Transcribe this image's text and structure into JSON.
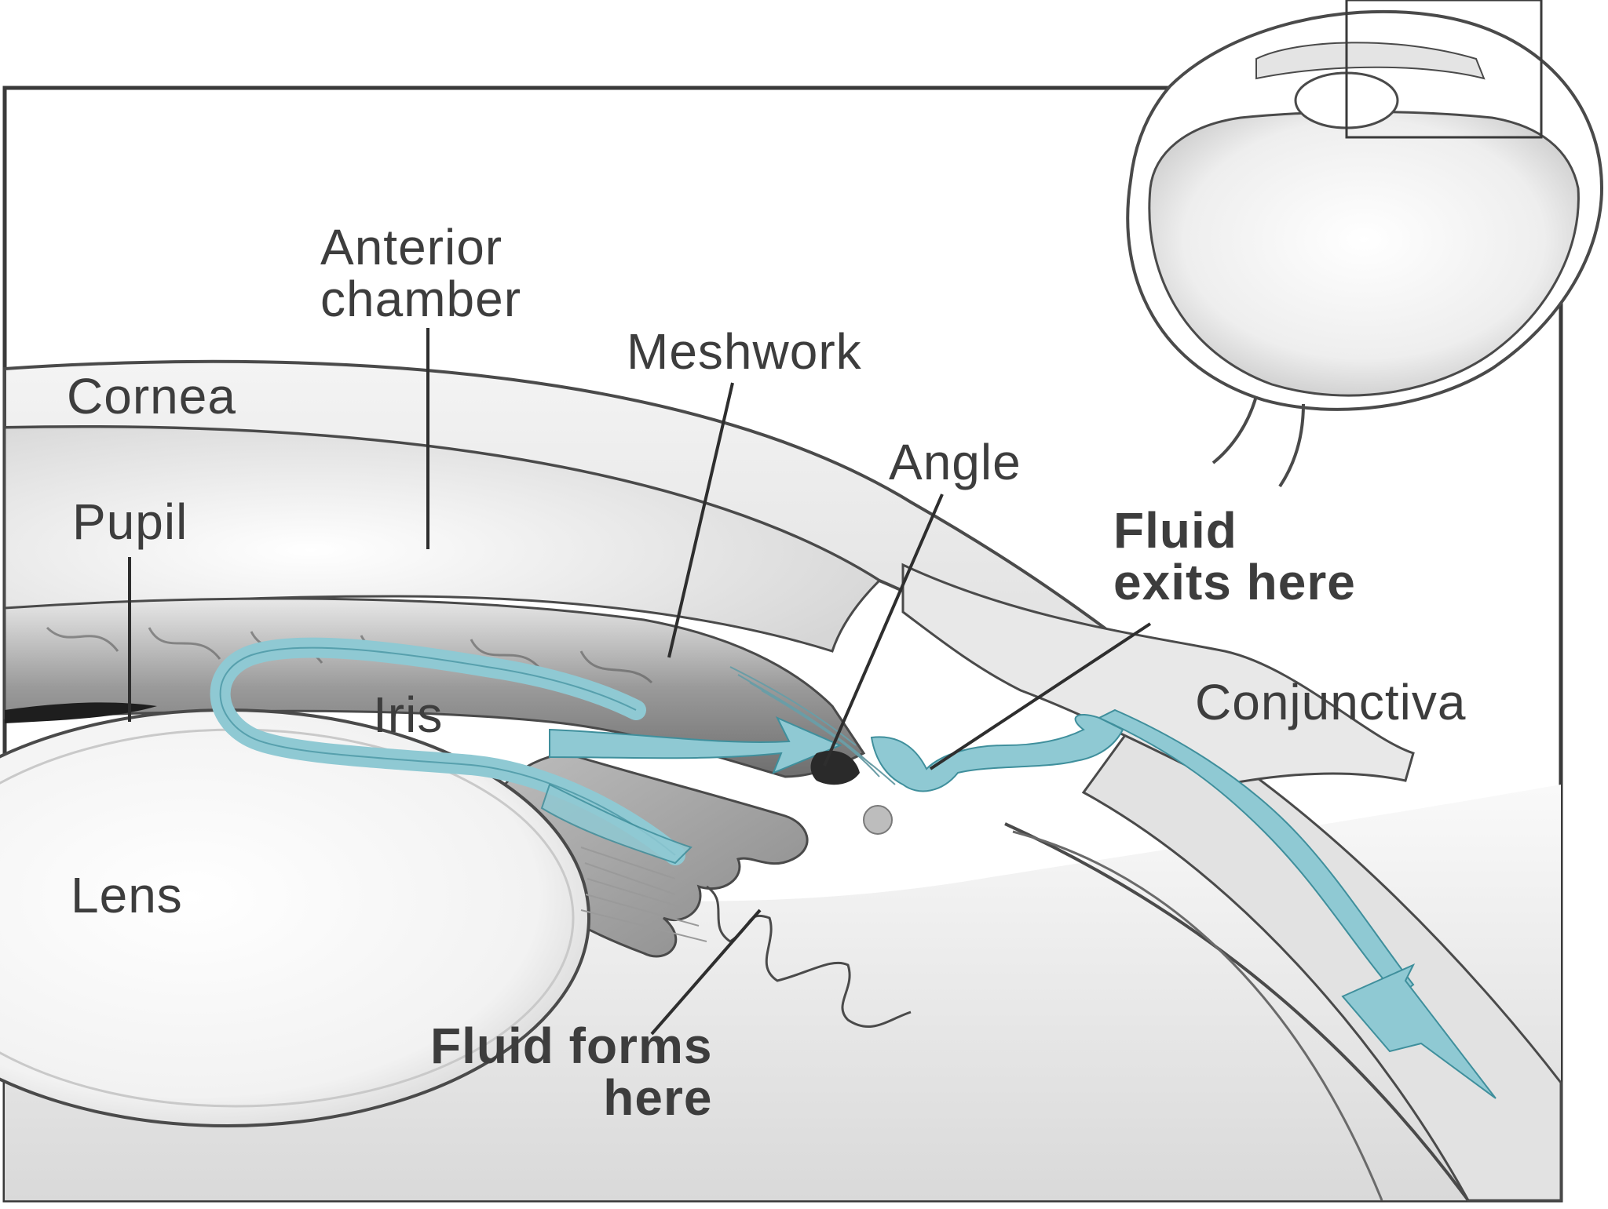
{
  "labels": {
    "anterior_chamber": [
      "Anterior",
      "chamber"
    ],
    "cornea": "Cornea",
    "meshwork": "Meshwork",
    "angle": "Angle",
    "pupil": "Pupil",
    "fluid_exits": [
      "Fluid",
      "exits here"
    ],
    "iris": "Iris",
    "conjunctiva": "Conjunctiva",
    "lens": "Lens",
    "fluid_forms": [
      "Fluid forms",
      "here"
    ]
  },
  "colors": {
    "fluid": "#8fc9d3",
    "fluid_edge": "#3f8f9c",
    "outline": "#4a4a4a",
    "tissue_fill": "#e6e6e6",
    "label_text": "#3d3d3d",
    "leader_line": "#2e2e2e"
  }
}
